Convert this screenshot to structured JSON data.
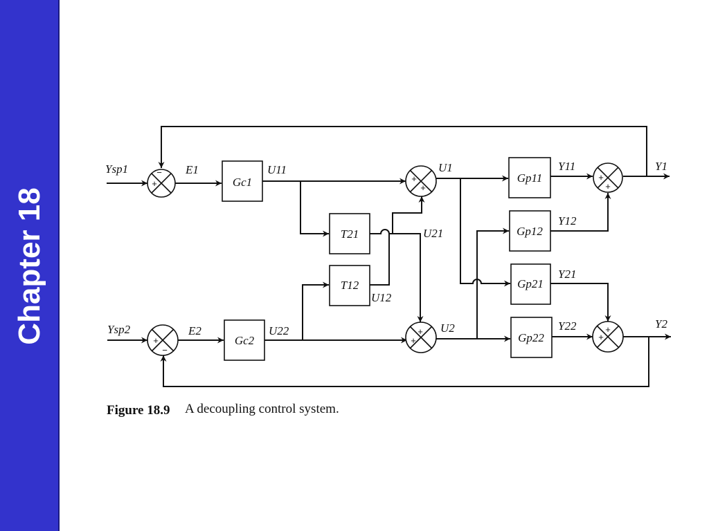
{
  "sidebar": {
    "title": "Chapter 18",
    "color": "#3333cc"
  },
  "figure": {
    "caption_number": "Figure 18.9",
    "caption_text": "A decoupling control system.",
    "signals": {
      "ysp1": "Ysp1",
      "ysp2": "Ysp2",
      "e1": "E1",
      "e2": "E2",
      "u11": "U11",
      "u22": "U22",
      "u1": "U1",
      "u2": "U2",
      "u21": "U21",
      "u12": "U12",
      "y11": "Y11",
      "y12": "Y12",
      "y21": "Y21",
      "y22": "Y22",
      "y1": "Y1",
      "y2": "Y2"
    },
    "blocks": {
      "gc1": "Gc1",
      "gc2": "Gc2",
      "t21": "T21",
      "t12": "T12",
      "gp11": "Gp11",
      "gp12": "Gp12",
      "gp21": "Gp21",
      "gp22": "Gp22"
    },
    "signs": {
      "plus": "+",
      "minus": "−"
    }
  }
}
